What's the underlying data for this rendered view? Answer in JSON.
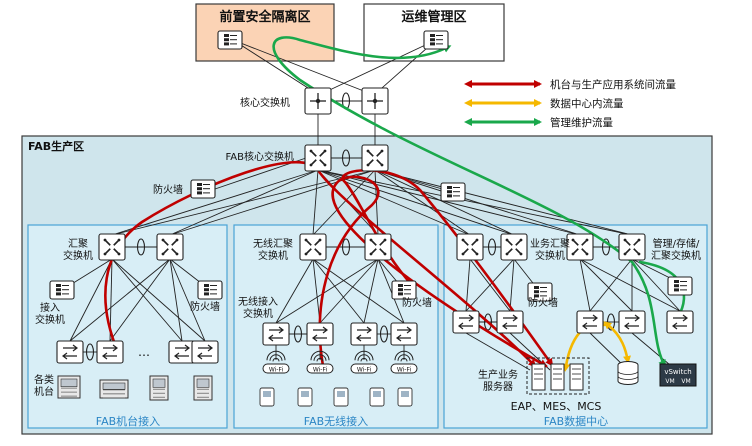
{
  "zones": {
    "frontend": "前置安全隔离区",
    "ops": "运维管理区",
    "fab": "FAB生产区",
    "machine_access": "FAB机台接入",
    "wireless_access": "FAB无线接入",
    "datacenter": "FAB数据中心"
  },
  "devices": {
    "core_switch": "核心交换机",
    "fab_core_switch": "FAB核心交换机",
    "firewall": "防火墙",
    "agg_switch": "汇聚\n交换机",
    "access_switch": "接入\n交换机",
    "wireless_agg": "无线汇聚\n交换机",
    "wireless_access": "无线接入\n交换机",
    "business_agg": "业务汇聚\n交换机",
    "mgmt_agg": "管理/存储/\n汇聚交换机",
    "production_servers": "生产业务\n服务器",
    "machines": "各类\n机台",
    "wifi": "Wi-Fi",
    "apps": "EAP、MES、MCS",
    "vswitch": "vSwitch",
    "vm": "VM"
  },
  "legend": [
    {
      "label": "机台与生产应用系统间流量",
      "color": "#c00000"
    },
    {
      "label": "数据中心内流量",
      "color": "#f5b800"
    },
    {
      "label": "管理维护流量",
      "color": "#1aa84b"
    }
  ],
  "misc": {
    "ellipsis": "…"
  }
}
